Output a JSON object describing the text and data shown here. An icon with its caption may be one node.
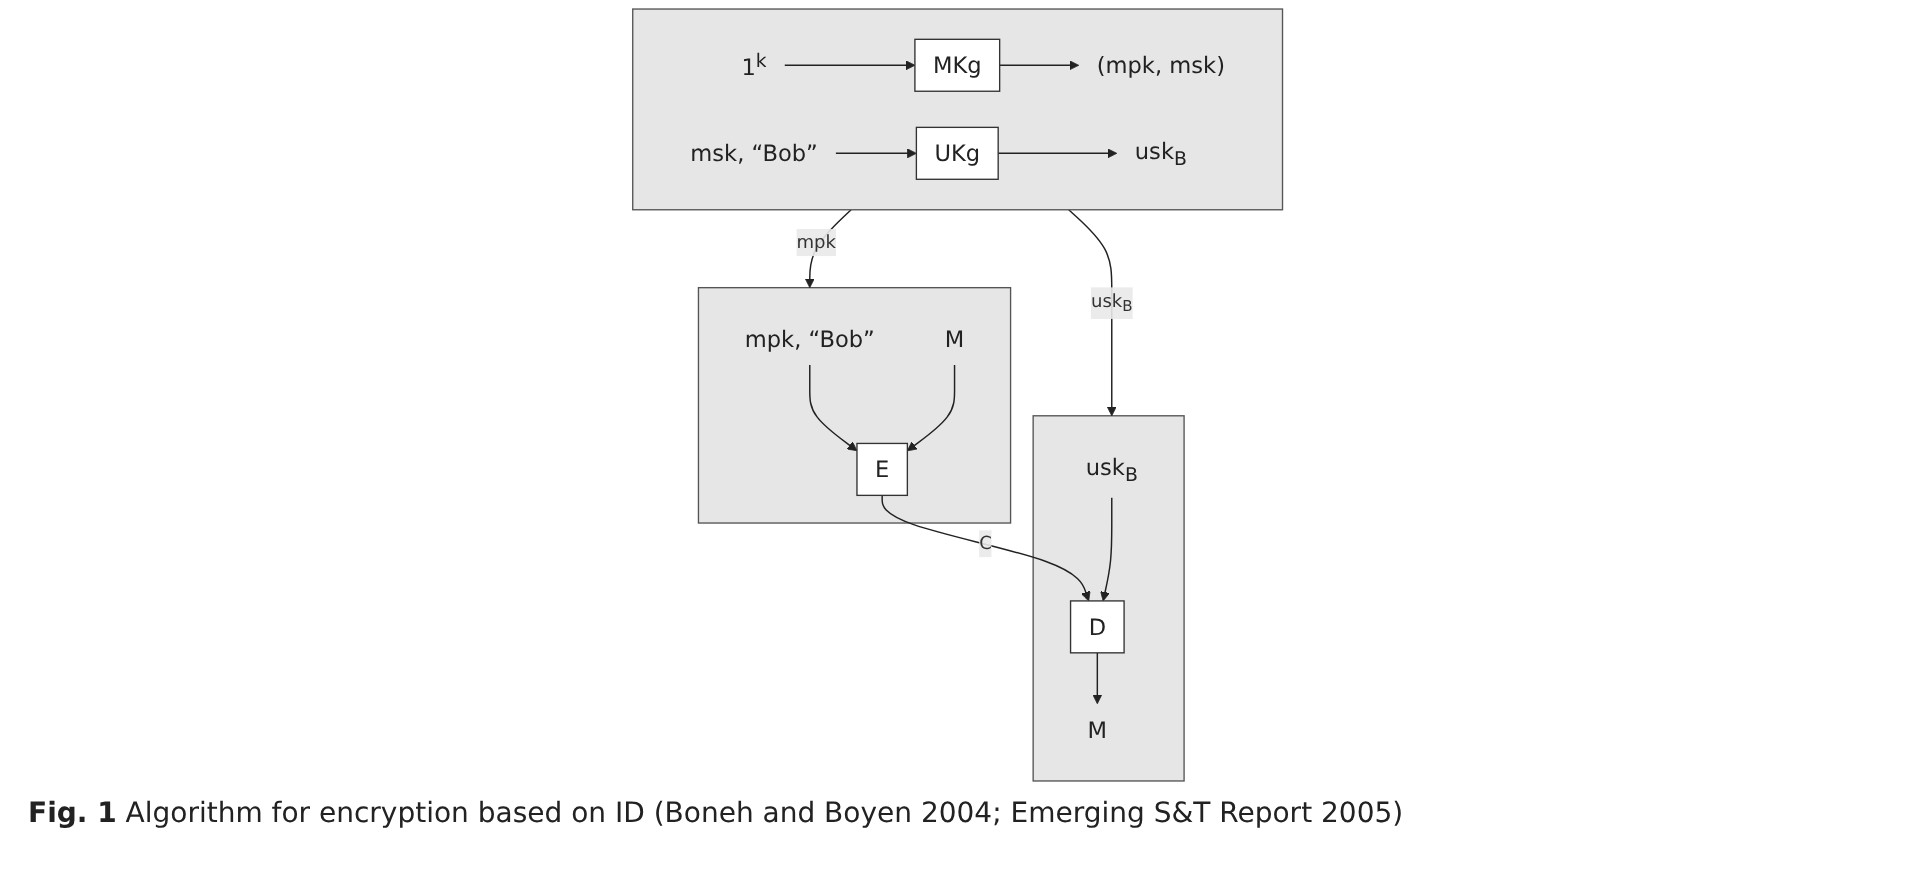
{
  "diagram": {
    "caption": "**Fig. 1** Algorithm for encryption based on ID (Boneh and Boyen 2004; Emerging S&T Report 2005)",
    "nodes": [
      {
        "text": [],
        "shape": "box"
      },
      {
        "text": [
          "1$^{k}$"
        ],
        "in": 0
      },
      {
        "text": [
          "MKg"
        ],
        "in": 0
      },
      {
        "text": [
          "(mpk, msk)"
        ],
        "in": 0
      },
      {
        "text": [
          "msk, “Bob”"
        ],
        "in": 0
      },
      {
        "text": [
          "UKg"
        ],
        "in": 0
      },
      {
        "text": [
          "usk$_{B}$"
        ],
        "in": 0
      },
      {
        "text": [],
        "shape": "box"
      },
      {
        "text": [
          "mpk, “Bob”"
        ],
        "in": 7
      },
      {
        "text": [
          "M"
        ],
        "in": 7
      },
      {
        "text": [
          "E"
        ],
        "in": 7
      },
      {
        "text": [],
        "shape": "box"
      },
      {
        "text": [
          "usk$_{B}$"
        ],
        "in": 11
      },
      {
        "text": [
          "D"
        ],
        "in": 11
      },
      {
        "text": [
          "M"
        ],
        "in": 11
      }
    ],
    "edges": [
      {
        "from": 1,
        "to": 2,
        "arrow": "to"
      },
      {
        "from": 2,
        "to": 3,
        "arrow": "to"
      },
      {
        "from": 4,
        "to": 5,
        "arrow": "to"
      },
      {
        "from": 5,
        "to": 6,
        "arrow": "to"
      },
      {
        "from": 0,
        "to": 7,
        "label": "mpk",
        "arrow": "to"
      },
      {
        "from": 0,
        "to": 11,
        "label": "usk$_{B}$",
        "arrow": "to"
      },
      {
        "from": 8,
        "to": 10,
        "arrow": "to"
      },
      {
        "from": 9,
        "to": 10,
        "arrow": "to"
      },
      {
        "from": 10,
        "to": 13,
        "label": "C",
        "arrow": "to"
      },
      {
        "from": 12,
        "to": 13,
        "arrow": "to"
      },
      {
        "from": 13,
        "to": 14,
        "arrow": "to"
      }
    ]
  }
}
